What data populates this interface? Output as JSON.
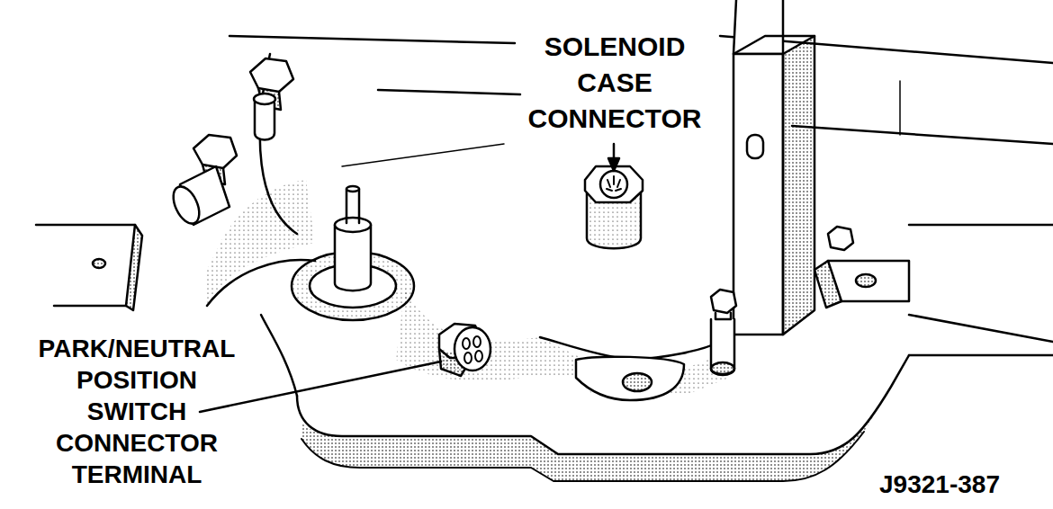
{
  "diagram": {
    "labels": [
      "SOLENOID CASE CONNECTOR",
      "PARK/NEUTRAL POSITION SWITCH CONNECTOR TERMINAL",
      "J9321-387"
    ]
  }
}
